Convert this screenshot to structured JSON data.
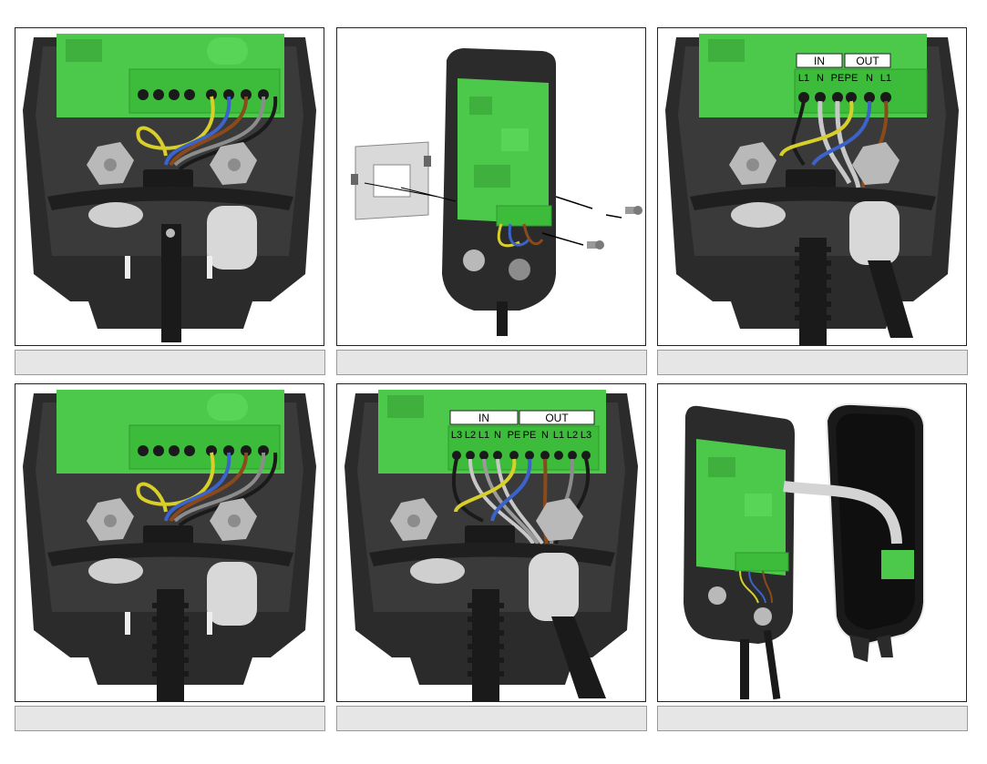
{
  "panels": [
    {
      "id": 1,
      "in_out": null
    },
    {
      "id": 2,
      "in_out": null
    },
    {
      "id": 3,
      "in_label": "IN",
      "out_label": "OUT",
      "terminals": [
        "L1",
        "N",
        "PE",
        "PE",
        "N",
        "L1"
      ]
    },
    {
      "id": 4,
      "in_out": null
    },
    {
      "id": 5,
      "in_label": "IN",
      "out_label": "OUT",
      "terminals": [
        "L3",
        "L2",
        "L1",
        "N",
        "PE",
        "PE",
        "N",
        "L1",
        "L2",
        "L3"
      ]
    },
    {
      "id": 6,
      "in_out": null
    }
  ],
  "colors": {
    "board": "#4cc94a",
    "board_dark": "#2f9a2f",
    "housing": "#2b2b2b",
    "housing_light": "#3a3a3a",
    "grommet": "#b9b9b9",
    "wire_yellow": "#d8cf2a",
    "wire_blue": "#3b63c9",
    "wire_brown": "#8a4a1c",
    "wire_grey": "#8c8c8c",
    "wire_black": "#1a1a1a"
  },
  "captions": [
    "",
    "",
    "",
    "",
    "",
    ""
  ]
}
